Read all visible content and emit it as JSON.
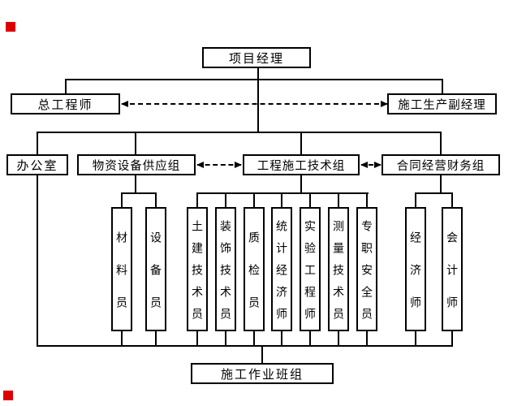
{
  "diagram": {
    "type": "org-chart",
    "nodes": {
      "project_manager": "项目经理",
      "chief_engineer": "总工程师",
      "production_deputy_manager": "施工生产副经理",
      "office": "办公室",
      "material_equipment_supply_group": "物资设备供应组",
      "engineering_construction_tech_group": "工程施工技术组",
      "contract_operation_finance_group": "合同经营财务组",
      "material_clerk": "材料员",
      "equipment_clerk": "设备员",
      "civil_construction_technician": "土建技术员",
      "decoration_technician": "装饰技术员",
      "quality_inspector": "质检员",
      "statistics_economist": "统计经济师",
      "experiment_engineer": "实验工程师",
      "survey_technician": "测量技术员",
      "fulltime_safety_officer": "专职安全员",
      "economist": "经济师",
      "accountant": "会计师",
      "construction_work_team": "施工作业班组"
    },
    "edges": {
      "dashed_coordination": [
        [
          "总工程师",
          "施工生产副经理"
        ],
        [
          "物资设备供应组",
          "工程施工技术组"
        ],
        [
          "工程施工技术组",
          "合同经营财务组"
        ]
      ]
    },
    "colors": {
      "line": "#000000",
      "background": "#ffffff",
      "marker_red": "#dd0000"
    }
  }
}
